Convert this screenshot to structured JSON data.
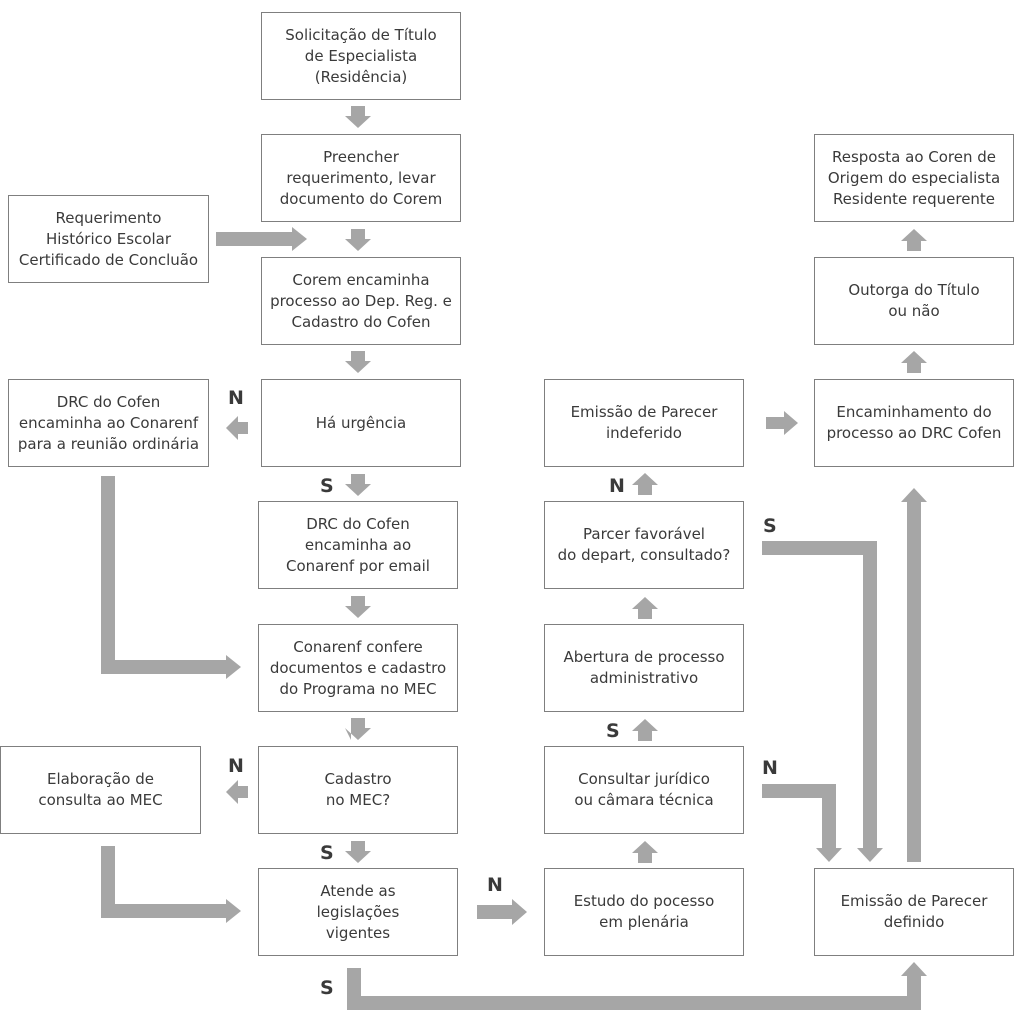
{
  "flowchart": {
    "nodes": {
      "solicitacao": "Solicitação de Título\nde Especialista\n(Residência)",
      "preencher": "Preencher\nrequerimento, levar\ndocumento do Corem",
      "requerimento": "Requerimento\nHistórico Escolar\nCertificado de Concluão",
      "corem_encaminha": "Corem encaminha\nprocesso ao Dep. Reg. e\nCadastro do Cofen",
      "drc_conarenf_reuniao": "DRC do Cofen\nencaminha ao Conarenf\npara a reunião ordinária",
      "ha_urgencia": "Há urgência",
      "drc_conarenf_email": "DRC do Cofen\nencaminha ao\nConarenf por email",
      "conarenf_confere": "Conarenf confere\ndocumentos e cadastro\ndo Programa no MEC",
      "elaboracao": "Elaboração de\nconsulta ao MEC",
      "cadastro_mec": "Cadastro\nno MEC?",
      "atende": "Atende as\nlegislações\nvigentes",
      "estudo": "Estudo do pocesso\nem plenária",
      "consultar": "Consultar jurídico\nou câmara técnica",
      "abertura": "Abertura de processo\nadministrativo",
      "parecer_favoravel": "Parcer favorável\ndo depart, consultado?",
      "emissao_indeferido": "Emissão de Parecer\nindeferido",
      "encaminhamento_drc": "Encaminhamento do\nprocesso ao DRC Cofen",
      "outorga": "Outorga do Título\nou não",
      "resposta": "Resposta ao Coren de\nOrigem do especialista\nResidente requerente",
      "emissao_definido": "Emissão de Parecer\ndefinido"
    },
    "labels": {
      "urgencia_n": "N",
      "urgencia_s": "S",
      "cadastro_n": "N",
      "cadastro_s": "S",
      "atende_n": "N",
      "atende_s": "S",
      "consultar_n": "N",
      "consultar_s": "S",
      "favoravel_n": "N",
      "favoravel_s": "S"
    },
    "colors": {
      "arrow": "#a6a6a6",
      "border": "#7f7f7f",
      "text": "#3a3a3a"
    }
  }
}
